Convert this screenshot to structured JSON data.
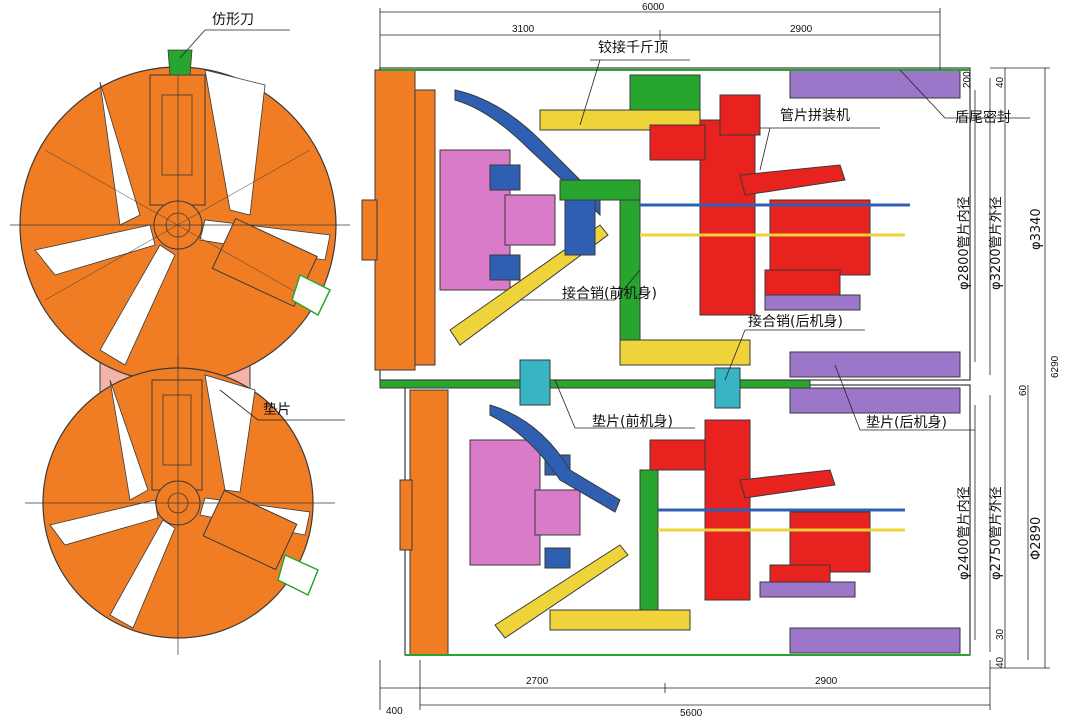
{
  "labels": {
    "cutter": "仿形刀",
    "shim_left": "垫片",
    "hinge_jack": "铰接千斤顶",
    "erector": "管片拼装机",
    "tail_seal": "盾尾密封",
    "pin_front": "接合销(前机身)",
    "pin_rear": "接合销(后机身)",
    "shim_front": "垫片(前机身)",
    "shim_rear": "垫片(后机身)"
  },
  "vertical_labels": {
    "upper_inner": "φ2800管片内径",
    "upper_outer": "φ3200管片外径",
    "upper_shell": "φ3340",
    "lower_inner": "φ2400管片内径",
    "lower_outer": "φ2750管片外径",
    "lower_shell": "Φ2890"
  },
  "dimensions": {
    "top_total": "6000",
    "top_left": "3100",
    "top_right": "2900",
    "bottom_left": "2700",
    "bottom_right": "2900",
    "bottom_total": "5600",
    "bottom_offset": "400",
    "overall_height": "6290",
    "d_200": "200",
    "d_40_top": "40",
    "d_60": "60",
    "d_30": "30",
    "d_40_bottom": "40"
  },
  "colors": {
    "cutterhead": "#f07d24",
    "cutter_slot": "#ffffff",
    "shield_body": "#f07d24",
    "frame": "#27a52e",
    "motor": "#d97bc8",
    "hydraulic_blue": "#2f5fb3",
    "erector_red": "#e8221f",
    "segment_purple": "#9c76c9",
    "jack_yellow": "#efd33a",
    "cyan": "#38b4c4",
    "connector_pink": "#f5b2a6"
  }
}
